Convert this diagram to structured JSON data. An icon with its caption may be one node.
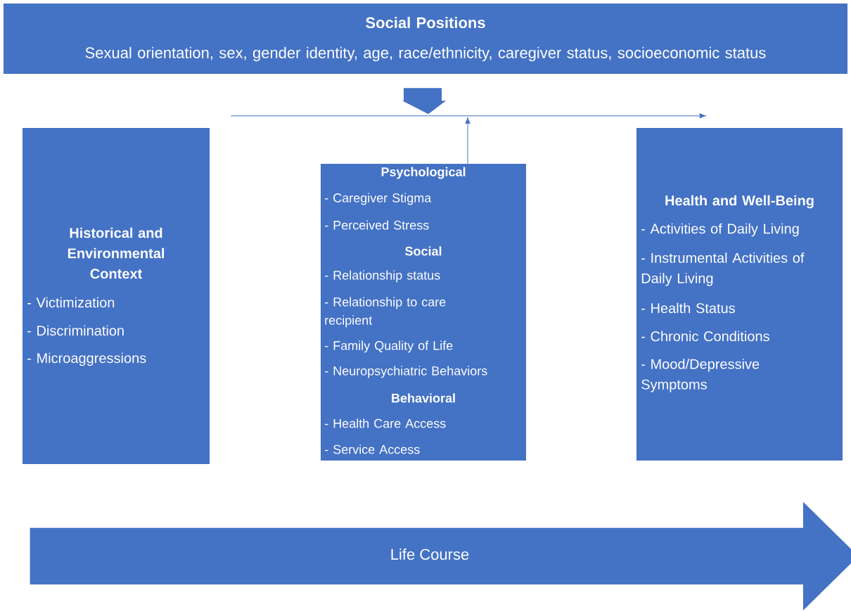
{
  "diagram": {
    "nodes": [
      {
        "text": [
          "Social Positions",
          "Sexual orientation, sex, gender identity, age, race/ethnicity, caregiver status, socioeconomic status"
        ]
      },
      {
        "text": [
          "Historical and Environmental Context",
          "- Victimization",
          "- Discrimination",
          "- Microaggressions"
        ]
      },
      {
        "text": [
          "Psychological",
          "- Caregiver Stigma",
          "- Perceived Stress",
          "Social",
          "- Relationship status",
          "- Relationship to care recipient",
          "- Family Quality of Life",
          "- Neuropsychiatric Behaviors",
          "Behavioral",
          "- Health Care Access",
          "- Service Access"
        ]
      },
      {
        "text": [
          "Health and Well-Being",
          "- Activities of Daily Living",
          "- Instrumental Activities of Daily Living",
          "- Health Status",
          "- Chronic Conditions",
          "- Mood/Depressive Symptoms"
        ]
      },
      {
        "text": [
          "Life Course"
        ]
      }
    ],
    "edges": [
      {
        "from": 0,
        "to": null,
        "arrow": "to",
        "style": "thick"
      },
      {
        "from": 1,
        "to": 3,
        "arrow": "to"
      },
      {
        "from": 2,
        "to": null,
        "arrow": "to"
      }
    ]
  }
}
